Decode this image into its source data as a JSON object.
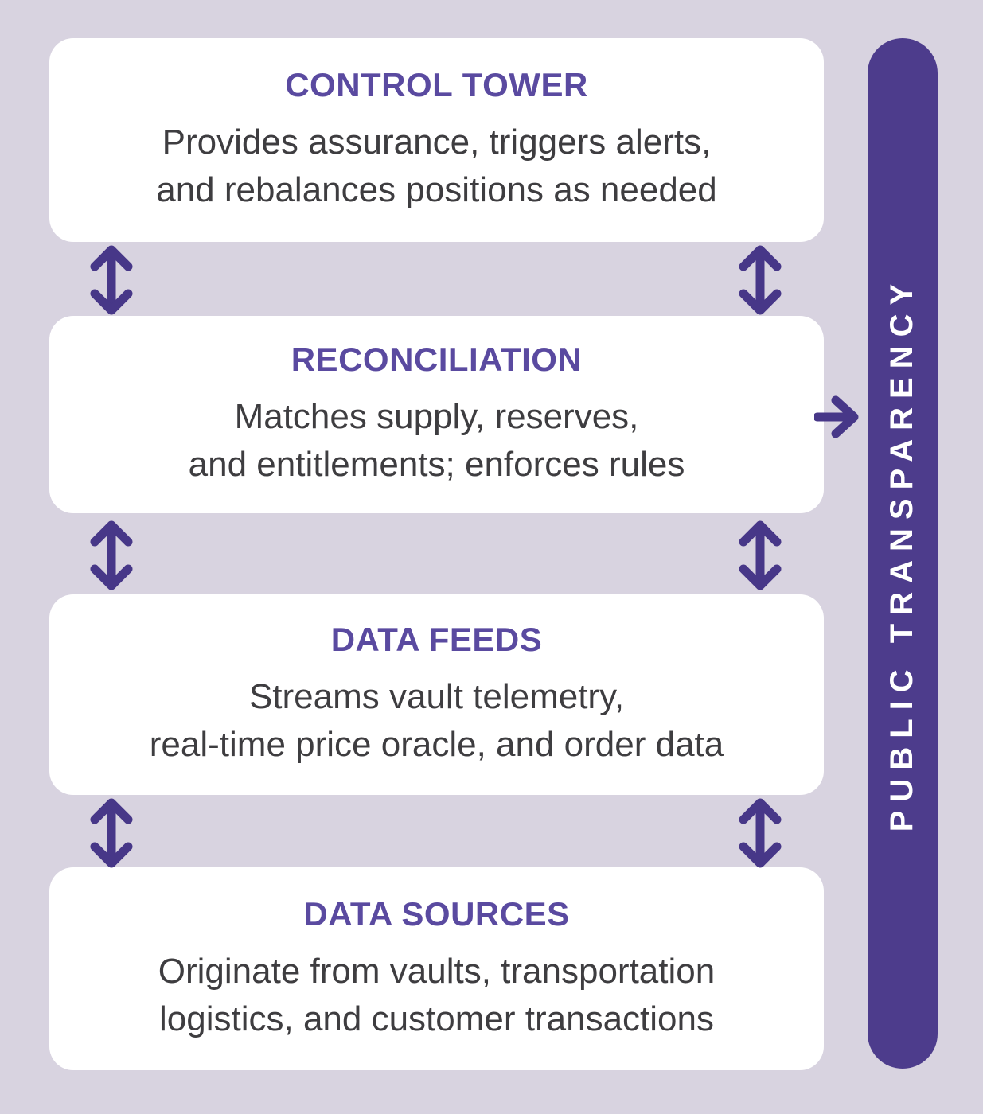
{
  "diagram": {
    "boxes": [
      {
        "title": "CONTROL TOWER",
        "lines": [
          "Provides assurance, triggers alerts,",
          "and rebalances positions as needed"
        ]
      },
      {
        "title": "RECONCILIATION",
        "lines": [
          "Matches supply, reserves,",
          "and entitlements; enforces rules"
        ]
      },
      {
        "title": "DATA FEEDS",
        "lines": [
          "Streams vault telemetry,",
          "real-time price oracle, and order data"
        ]
      },
      {
        "title": "DATA SOURCES",
        "lines": [
          "Originate from vaults, transportation",
          "logistics, and customer transactions"
        ]
      }
    ],
    "transparency_bar": {
      "label": "PUBLIC TRANSPARENCY"
    },
    "icons": {
      "bidirectional_arrow": "↕",
      "right_arrow": "→"
    },
    "colors": {
      "background": "#d8d3e0",
      "box_background": "#ffffff",
      "title_text": "#5a4aa0",
      "body_text": "#3e3d40",
      "bar_background": "#4d3c8c",
      "bar_text": "#ffffff",
      "arrow": "#473788"
    }
  }
}
